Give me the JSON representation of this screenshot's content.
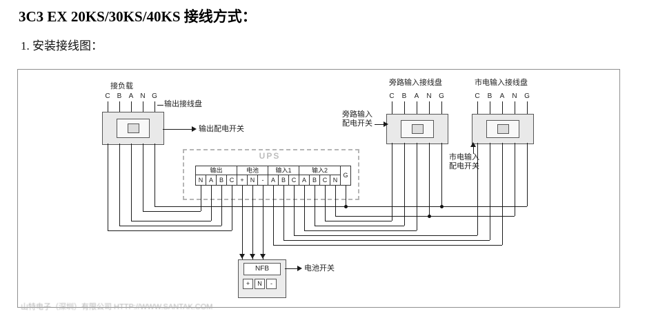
{
  "title": "3C3 EX 20KS/30KS/40KS 接线方式：",
  "subtitle": "1. 安装接线图：",
  "watermark": "山特电子（深圳）有限公司 HTTP://WWW.SANTAK.COM",
  "diagram": {
    "ups_label": "UPS",
    "output_panel": {
      "load_label": "接负载",
      "panel_label": "输出接线盘",
      "switch_label": "输出配电开关",
      "terminals": [
        "C",
        "B",
        "A",
        "N",
        "G"
      ]
    },
    "bypass_panel": {
      "panel_label": "旁路输入接线盘",
      "switch_label_line1": "旁路输入",
      "switch_label_line2": "配电开关",
      "terminals": [
        "C",
        "B",
        "A",
        "N",
        "G"
      ]
    },
    "mains_panel": {
      "panel_label": "市电输入接线盘",
      "switch_label_line1": "市电输入",
      "switch_label_line2": "配电开关",
      "terminals": [
        "C",
        "B",
        "A",
        "N",
        "G"
      ]
    },
    "strip": {
      "groups": [
        {
          "label": "输出",
          "terminals": [
            "N",
            "A",
            "B",
            "C"
          ]
        },
        {
          "label": "电池",
          "terminals": [
            "+",
            "N",
            "-"
          ]
        },
        {
          "label": "输入1",
          "terminals": [
            "A",
            "B",
            "C"
          ]
        },
        {
          "label": "输入2",
          "terminals": [
            "A",
            "B",
            "C",
            "N"
          ]
        }
      ],
      "ground_terminal": "G"
    },
    "nfb": {
      "label": "NFB",
      "terminals": [
        "+",
        "N",
        "-"
      ],
      "switch_label": "电池开关"
    }
  }
}
